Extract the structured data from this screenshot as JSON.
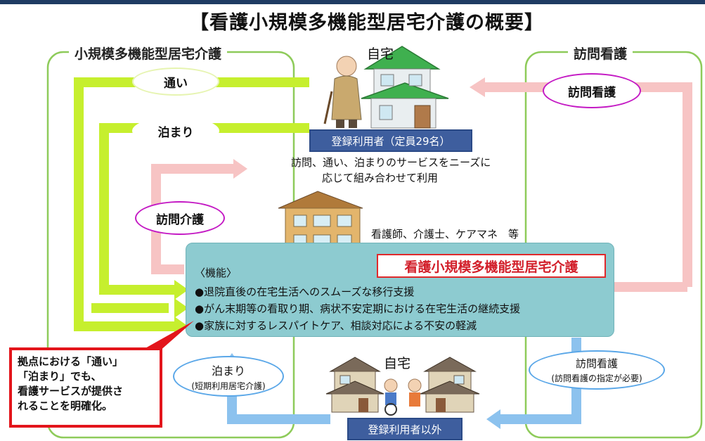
{
  "title": "【看護小規模多機能型居宅介護の概要】",
  "groups": {
    "left": "小規模多機能型居宅介護",
    "right": "訪問看護"
  },
  "ovals": {
    "kayoi": "通い",
    "tomari": "泊まり",
    "houmon_kaigo": "訪問介護",
    "houmon_kango_top": "訪問看護",
    "houmon_kango_bottom": "訪問看護",
    "houmon_kango_bottom_sub": "(訪問看護の指定が必要)",
    "tomari_bottom": "泊まり",
    "tomari_bottom_sub": "(短期利用居宅介護)"
  },
  "home_top": {
    "label": "自宅",
    "tag": "登録利用者（定員29名）",
    "desc_line1": "訪問、通い、泊まりのサービスをニーズに",
    "desc_line2": "応じて組み合わせて利用"
  },
  "staff": "看護師、介護士、ケアマネ　等",
  "panel": {
    "title": "看護小規模多機能型居宅介護",
    "function_label": "〈機能〉",
    "functions": [
      "●退院直後の在宅生活へのスムーズな移行支援",
      "●がん末期等の看取り期、病状不安定期における在宅生活の継続支援",
      "●家族に対するレスパイトケア、相談対応による不安の軽減"
    ]
  },
  "home_bottom": {
    "label": "自宅",
    "tag": "登録利用者以外"
  },
  "note": {
    "line1": "拠点における「通い」",
    "line2": "「泊まり」でも、",
    "line3": "看護サービスが提供さ",
    "line4": "れることを明確化。"
  },
  "colors": {
    "green_arrow": "#c6ef2e",
    "pink_arrow": "#f7c4c4",
    "blue_arrow": "#8cc2ee",
    "group_border": "#8ecb5a",
    "panel": "#8dcbd0",
    "accent_red": "#e3151b",
    "navy": "#3e5e9e"
  }
}
